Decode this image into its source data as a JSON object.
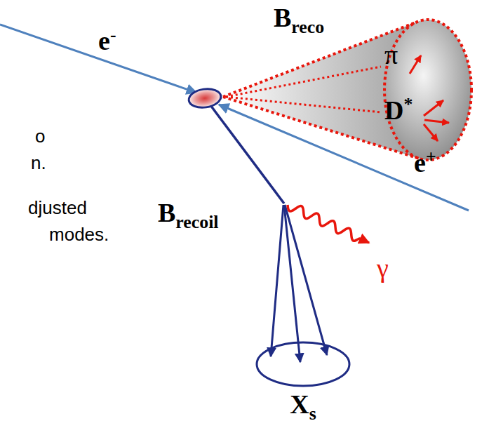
{
  "diagram": {
    "nodes": [
      {
        "text": [
          "Breco",
          "π",
          "D*"
        ]
      },
      {
        "text": [
          "Xs"
        ]
      }
    ],
    "labels": [
      "e-",
      "e+",
      "Brecoil",
      "γ",
      "o",
      "n.",
      "djusted",
      "modes."
    ]
  }
}
